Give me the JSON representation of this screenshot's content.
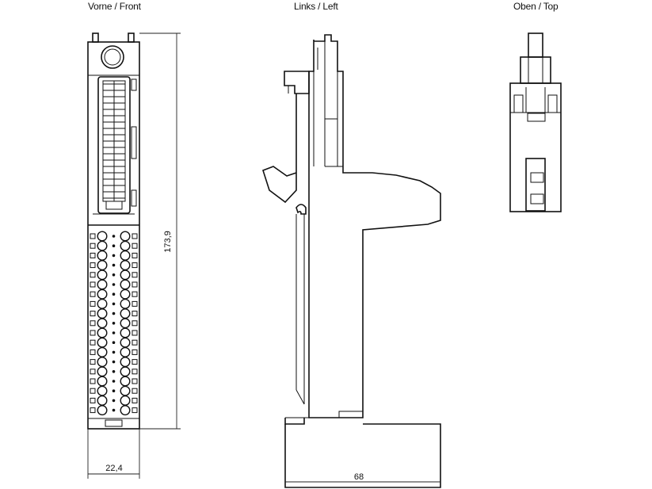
{
  "views": {
    "front": "Vorne / Front",
    "left": "Links / Left",
    "top": "Oben / Top"
  },
  "dimensions": {
    "height": "173,9",
    "front_width": "22,4",
    "depth": "68"
  }
}
